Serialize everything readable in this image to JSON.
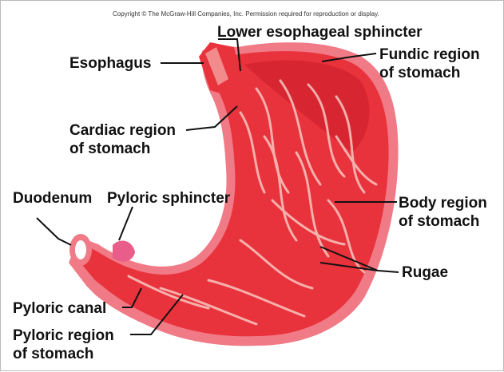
{
  "copyright": "Copyright © The McGraw-Hill Companies, Inc. Permission required for reproduction or display.",
  "labels": {
    "lower_esophageal_sphincter": "Lower esophageal sphincter",
    "esophagus": "Esophagus",
    "fundic_region_line1": "Fundic region",
    "fundic_region_line2": "of stomach",
    "cardiac_region_line1": "Cardiac region",
    "cardiac_region_line2": "of stomach",
    "duodenum": "Duodenum",
    "pyloric_sphincter": "Pyloric sphincter",
    "body_region_line1": "Body region",
    "body_region_line2": "of stomach",
    "rugae": "Rugae",
    "pyloric_canal": "Pyloric canal",
    "pyloric_region_line1": "Pyloric region",
    "pyloric_region_line2": "of stomach"
  },
  "colors": {
    "outer_wall": "#f07a86",
    "mucosa": "#e8323c",
    "mucosa_dark": "#c81e2a",
    "rugae_highlight": "#f9c6c0",
    "sphincter_pink": "#e85d8a"
  }
}
